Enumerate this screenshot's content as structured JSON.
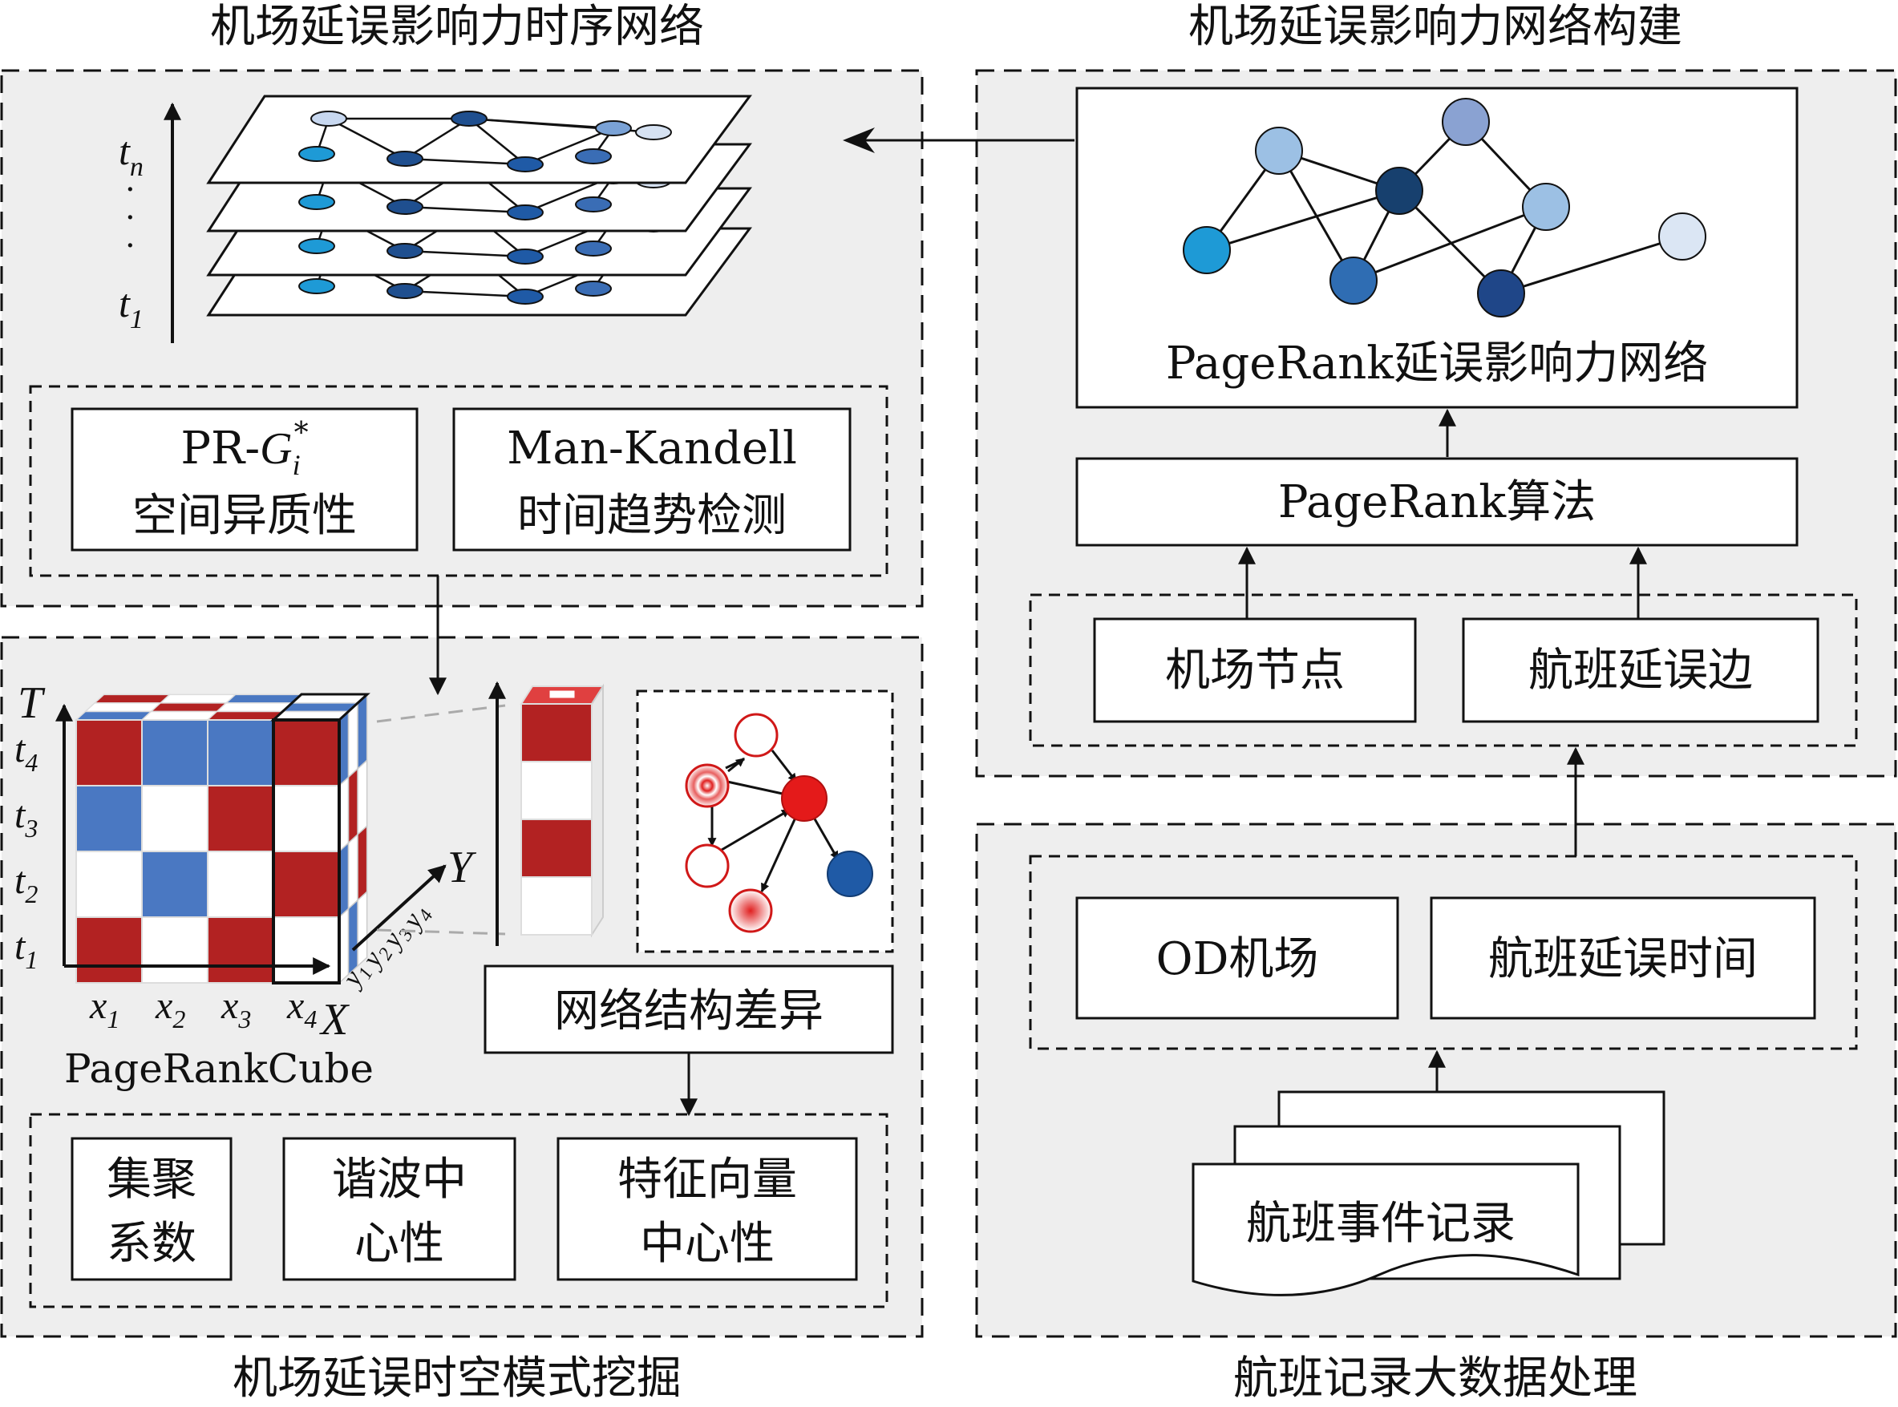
{
  "titles": {
    "top_left": "机场延误影响力时序网络",
    "top_right": "机场延误影响力网络构建",
    "bottom_left": "机场延误时空模式挖掘",
    "bottom_right": "航班记录大数据处理"
  },
  "time_axis": {
    "tn_main": "t",
    "tn_sub": "n",
    "t1_main": "t",
    "t1_sub": "1",
    "dots": "·"
  },
  "analysis": {
    "pr_line1_a": "PR-",
    "pr_line1_g": "G",
    "pr_line1_sub": "i",
    "pr_line1_sup": "*",
    "pr_line2": "空间异质性",
    "mk_line1": "Man-Kandell",
    "mk_line2": "时间趋势检测"
  },
  "cube": {
    "T": "T",
    "X": "X",
    "Y": "Y",
    "t_letter": "t",
    "t_subs": [
      "4",
      "3",
      "2",
      "1"
    ],
    "x_letter": "x",
    "x_subs": [
      "1",
      "2",
      "3",
      "4"
    ],
    "y_letter": "y",
    "y_subs": [
      "1",
      "2",
      "3",
      "4"
    ],
    "label": "PageRankCube",
    "colors": {
      "red": "#b22222",
      "blue": "#4a78c2",
      "white": "#ffffff"
    }
  },
  "structure_diff": "网络结构差异",
  "metrics": {
    "cluster_1": "集聚",
    "cluster_2": "系数",
    "harmonic_1": "谐波中",
    "harmonic_2": "心性",
    "eigen_1": "特征向量",
    "eigen_2": "中心性"
  },
  "construction": {
    "network_label": "PageRank延误影响力网络",
    "algorithm": "PageRank算法",
    "airport_nodes": "机场节点",
    "delay_edges": "航班延误边"
  },
  "processing": {
    "od_airports": "OD机场",
    "delay_time": "航班延误时间",
    "event_records": "航班事件记录"
  }
}
